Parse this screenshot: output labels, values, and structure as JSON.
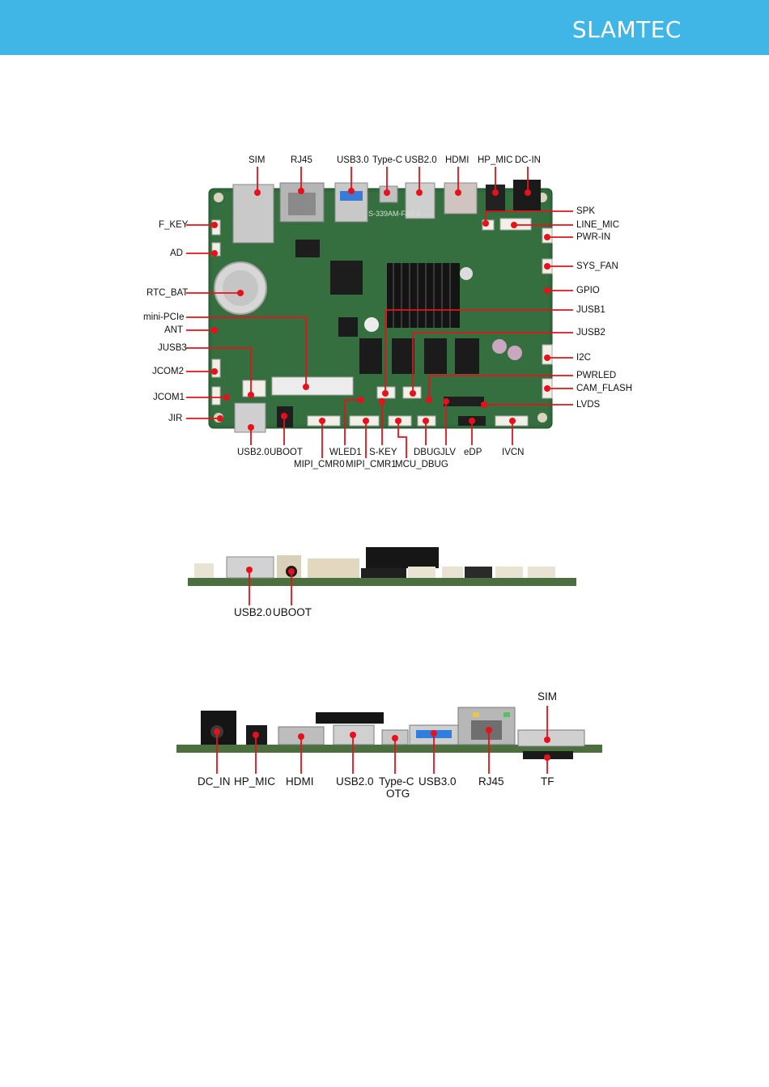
{
  "header": {
    "brand": "SLAMTEC",
    "color": "#3fb6e6"
  },
  "board_top": {
    "silkscreen": "S-339AM-FAB A",
    "top_labels": [
      "SIM",
      "RJ45",
      "USB3.0",
      "Type-C",
      "USB2.0",
      "HDMI",
      "HP_MIC",
      "DC-IN"
    ],
    "left_labels": [
      "F_KEY",
      "AD",
      "RTC_BAT",
      "mini-PCIe",
      "ANT",
      "JUSB3",
      "JCOM2",
      "JCOM1",
      "JIR"
    ],
    "right_labels": [
      "SPK",
      "LINE_MIC",
      "PWR-IN",
      "SYS_FAN",
      "GPIO",
      "JUSB1",
      "JUSB2",
      "I2C",
      "PWRLED",
      "CAM_FLASH",
      "LVDS"
    ],
    "bottom_labels_row1": [
      "USB2.0",
      "UBOOT",
      "WLED1",
      "S-KEY",
      "DBUG",
      "JLV",
      "eDP",
      "IVCN"
    ],
    "bottom_labels_row2": [
      "MIPI_CMR0",
      "MIPI_CMR1",
      "MCU_DBUG"
    ]
  },
  "side_view_1": {
    "labels": [
      "USB2.0",
      "UBOOT"
    ]
  },
  "side_view_2": {
    "top_labels": [
      "SIM"
    ],
    "bottom_labels": [
      "DC_IN",
      "HP_MIC",
      "HDMI",
      "USB2.0",
      "Type-C",
      "USB3.0",
      "RJ45",
      "TF"
    ],
    "sub_label": "OTG"
  }
}
